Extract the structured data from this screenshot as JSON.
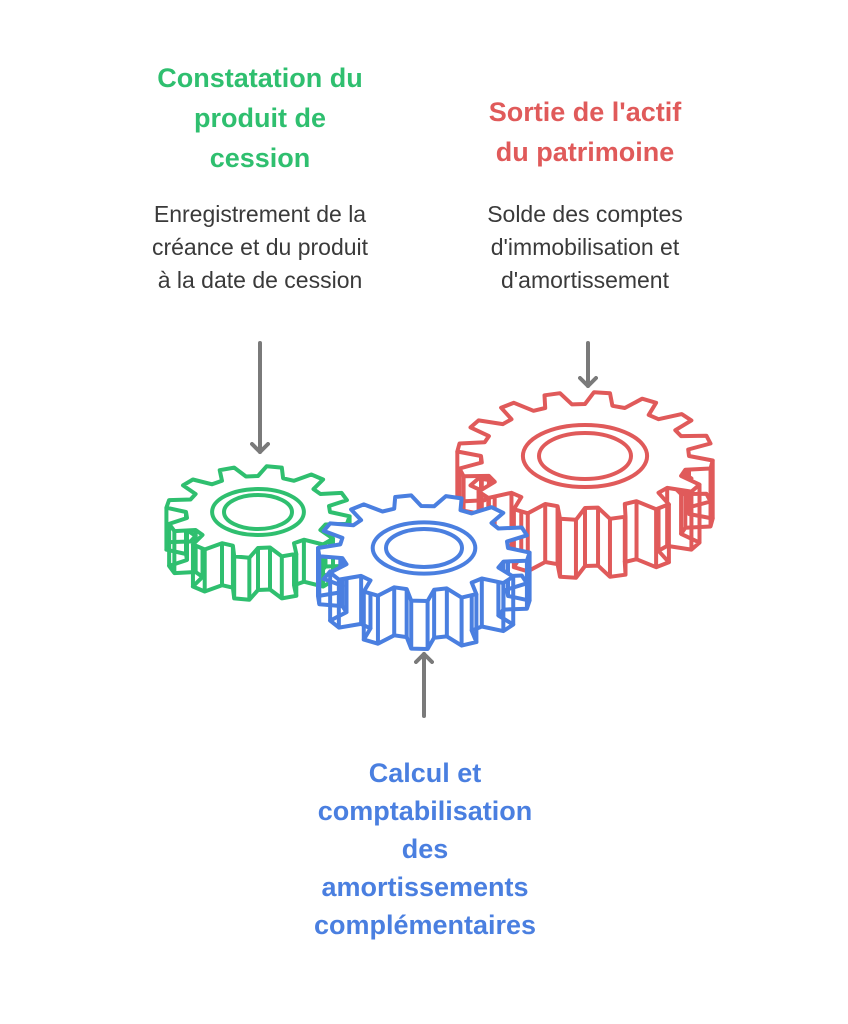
{
  "steps": {
    "green": {
      "title": "Constatation du\nproduit de\ncession",
      "description": "Enregistrement de la\ncréance et du produit\nà la date de cession"
    },
    "red": {
      "title": "Sortie de l'actif\ndu patrimoine",
      "description": "Solde des comptes\nd'immobilisation et\nd'amortissement"
    },
    "blue": {
      "title": "Calcul et\ncomptabilisation\ndes\namortissements\ncomplémentaires"
    }
  },
  "colors": {
    "green": "#2fbf6f",
    "red": "#e05a5a",
    "blue": "#4a7fe0",
    "arrow": "#7a7a7a",
    "text": "#3a3a3a"
  },
  "icons": [
    "gear-icon",
    "arrow-down-icon",
    "arrow-up-icon"
  ]
}
